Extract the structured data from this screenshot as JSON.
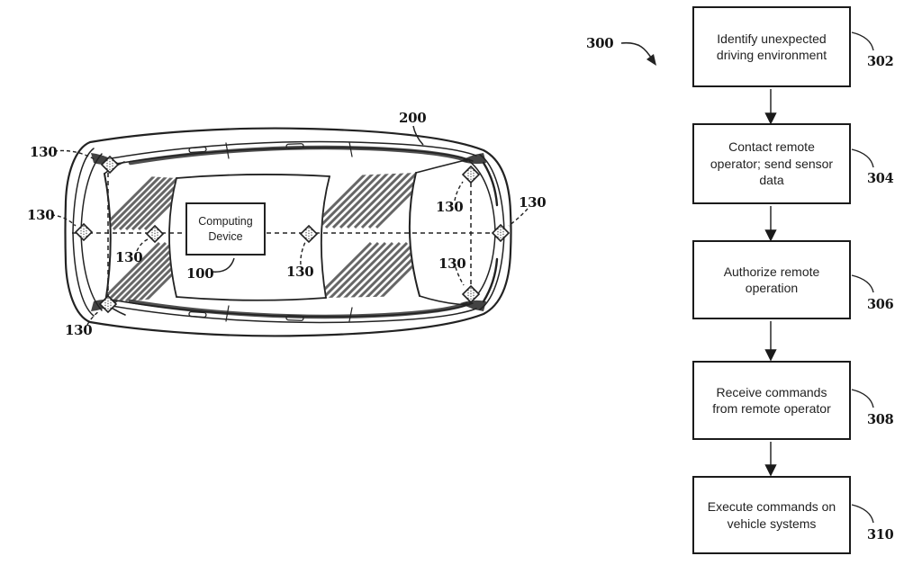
{
  "figure": {
    "vehicle": {
      "computing_device_label": "Computing Device",
      "computing_device_ref": "100",
      "sensor_ref": "130",
      "vehicle_ref": "200"
    },
    "flowchart": {
      "ref": "300",
      "steps": [
        {
          "label": "Identify unexpected driving environment",
          "ref": "302"
        },
        {
          "label": "Contact remote operator; send sensor data",
          "ref": "304"
        },
        {
          "label": "Authorize remote operation",
          "ref": "306"
        },
        {
          "label": "Receive commands from remote operator",
          "ref": "308"
        },
        {
          "label": "Execute commands on vehicle systems",
          "ref": "310"
        }
      ]
    },
    "colors": {
      "ink": "#222222",
      "background": "#ffffff"
    }
  }
}
